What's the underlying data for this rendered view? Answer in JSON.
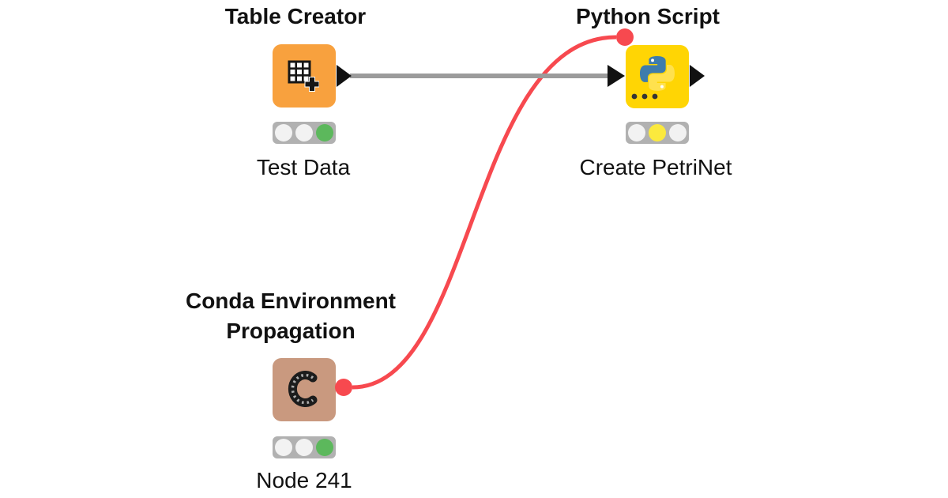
{
  "workflow": {
    "nodes": [
      {
        "title": "Table Creator",
        "label": "Test Data",
        "icon": "table-plus-icon",
        "status": [
          "off",
          "off",
          "green"
        ]
      },
      {
        "title": "Python Script",
        "label": "Create PetriNet",
        "icon": "python-logo-icon",
        "status": [
          "off",
          "yellow",
          "off"
        ]
      },
      {
        "title": "Conda Environment\nPropagation",
        "label": "Node 241",
        "icon": "conda-c-icon",
        "status": [
          "off",
          "off",
          "green"
        ]
      }
    ],
    "connections": [
      {
        "from": "Table Creator",
        "to": "Python Script",
        "type": "data"
      },
      {
        "from": "Conda Environment Propagation",
        "to": "Python Script",
        "type": "flow-variable"
      }
    ]
  },
  "colors": {
    "canvas_bg": "#ffffff",
    "node_orange": "#f8a13e",
    "node_yellow": "#ffd504",
    "node_tan": "#c9997f",
    "wire_gray": "#9b9b9b",
    "port_black": "#111111",
    "flow_red": "#f7494f",
    "traffic_bg": "#b1b1b1",
    "light_off": "#f2f2f2",
    "light_green": "#5cb85c",
    "light_yellow": "#fbe93d",
    "python_blue": "#3e7cac",
    "python_yellow": "#ffe14e",
    "text": "#111111"
  }
}
